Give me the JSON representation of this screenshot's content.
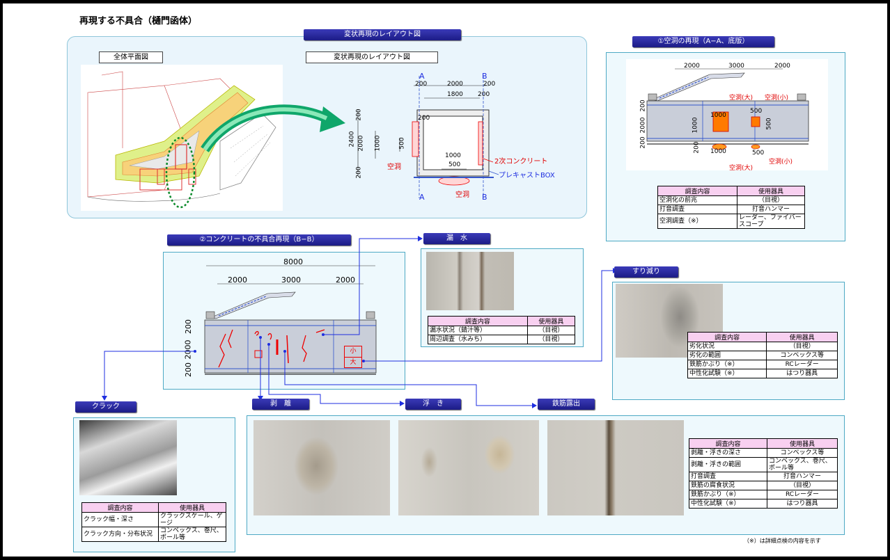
{
  "title": "再現する不具合（樋門函体）",
  "footnote": "（※）は詳細点検の内容を示す",
  "layout_section": {
    "header": "変状再現のレイアウト図",
    "plan_label": "全体平面図",
    "layout_label": "変状再現のレイアウト図",
    "dims": {
      "top": [
        "200",
        "2000",
        "200",
        "1800",
        "200"
      ],
      "left": [
        "2400",
        "200",
        "2000",
        "200",
        "1000",
        "500"
      ],
      "inner": [
        "200",
        "1000",
        "500"
      ],
      "sections": [
        "A",
        "B",
        "A",
        "B"
      ]
    },
    "annotations": {
      "secondary_concrete": "2次コンクリート",
      "precast": "プレキャストBOX",
      "void_left": "空洞",
      "void_bottom": "空洞"
    }
  },
  "cavity_section": {
    "header": "①空洞の再現（A−A、底版）",
    "dims": [
      "2000",
      "3000",
      "2000",
      "200",
      "2000",
      "200",
      "1000",
      "1000",
      "500",
      "500",
      "200",
      "1000",
      "500"
    ],
    "annotations": {
      "void_large": "空洞(大)",
      "void_small": "空洞(小)",
      "void_small_bottom": "空洞(小)",
      "void_large_bottom": "空洞(大)"
    },
    "table": {
      "headers": [
        "調査内容",
        "使用器具"
      ],
      "rows": [
        [
          "空洞化の前兆",
          "（目視）"
        ],
        [
          "打音調査",
          "打音ハンマー"
        ],
        [
          "空洞調査（※）",
          "レーダー、ファイバースコープ"
        ]
      ]
    }
  },
  "concrete_section": {
    "header": "②コンクリートの不具合再現（B−B）",
    "dims": [
      "8000",
      "2000",
      "3000",
      "2000",
      "200",
      "2000",
      "200"
    ],
    "marks": [
      "小",
      "大"
    ]
  },
  "leakage": {
    "header": "漏　水",
    "table": {
      "headers": [
        "調査内容",
        "使用器具"
      ],
      "rows": [
        [
          "漏水状況（錆汁等）",
          "（目視）"
        ],
        [
          "周辺調査（水みち）",
          "（目視）"
        ]
      ]
    }
  },
  "abrasion": {
    "header": "すり減り",
    "table": {
      "headers": [
        "調査内容",
        "使用器具"
      ],
      "rows": [
        [
          "劣化状況",
          "（目視）"
        ],
        [
          "劣化の範囲",
          "コンベックス等"
        ],
        [
          "鉄筋かぶり（※）",
          "RCレーダー"
        ],
        [
          "中性化試験（※）",
          "はつり器具"
        ]
      ]
    }
  },
  "crack": {
    "header": "クラック",
    "table": {
      "headers": [
        "調査内容",
        "使用器具"
      ],
      "rows": [
        [
          "クラック幅・深さ",
          "クラックスケール、ゲージ"
        ],
        [
          "クラック方向・分布状況",
          "コンベックス、巻尺、ポール等"
        ]
      ]
    }
  },
  "spalling": {
    "headers": [
      "剥　離",
      "浮　き",
      "鉄筋露出"
    ],
    "table": {
      "headers": [
        "調査内容",
        "使用器具"
      ],
      "rows": [
        [
          "剥離・浮きの深さ",
          "コンベックス等"
        ],
        [
          "剥離・浮きの範囲",
          "コンベックス、巻尺、ポール等"
        ],
        [
          "打音調査",
          "打音ハンマー"
        ],
        [
          "鉄筋の腐食状況",
          "（目視）"
        ],
        [
          "鉄筋かぶり（※）",
          "RCレーダー"
        ],
        [
          "中性化試験（※）",
          "はつり器具"
        ]
      ]
    }
  },
  "colors": {
    "header_bg": "#22229a",
    "panel_border": "#4da9c4",
    "table_header": "#f8d0f0",
    "annotation_red": "#e00000",
    "annotation_blue": "#1e2ee0"
  }
}
